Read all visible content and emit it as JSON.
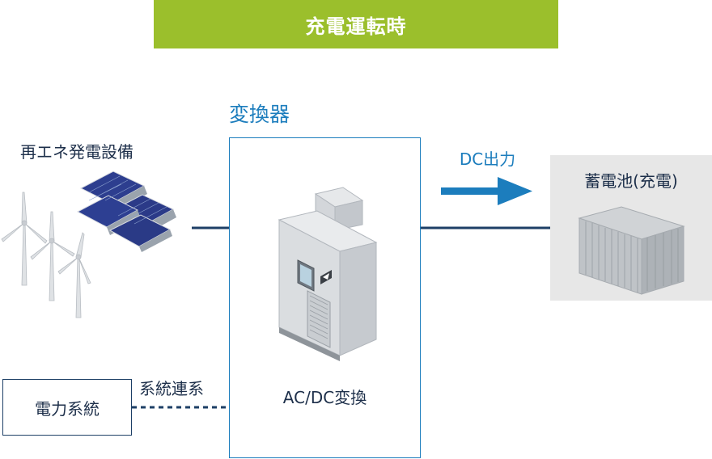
{
  "diagram": {
    "title": "充電運転時",
    "converter_heading": "変換器",
    "renewable_label": "再エネ発電設備",
    "converter_function": "AC/DC変換",
    "dc_output_label": "DC出力",
    "battery_label": "蓄電池(充電)",
    "grid_label": "電力系統",
    "grid_link_label": "系統連系"
  },
  "colors": {
    "title_banner": "#9bbf2c",
    "accent_blue": "#1c7dbd",
    "line_navy": "#1d3f66",
    "battery_panel": "#e7e7e7"
  },
  "icons": [
    "wind-turbine-icon",
    "solar-panel-icon",
    "power-converter-cabinet-icon",
    "battery-container-icon",
    "right-arrow-icon"
  ]
}
